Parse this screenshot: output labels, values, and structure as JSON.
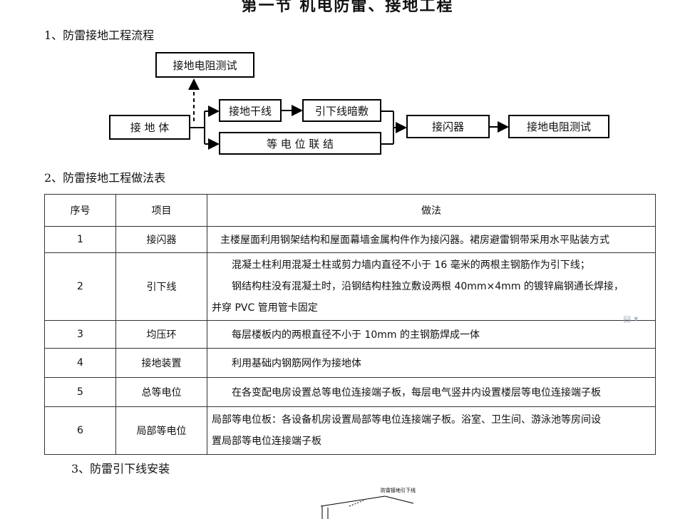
{
  "page_title": "第一节   机电防雷、接地工程",
  "section1": "1、防雷接地工程流程",
  "flow": {
    "top_box": "接地电阻测试",
    "ground_body": "接 地 体",
    "ground_trunk": "接地干线",
    "downlead_concealed": "引下线暗敷",
    "equipotential": "等 电 位 联 结",
    "air_terminal": "接闪器",
    "final_test": "接地电阻测试"
  },
  "section2": "2、防雷接地工程做法表",
  "table": {
    "headers": [
      "序号",
      "项目",
      "做法"
    ],
    "rows": [
      {
        "no": "1",
        "item": "接闪器",
        "lines": [
          "主楼屋面利用钢架结构和屋面幕墙金属构件作为接闪器。裙房避雷铜带采用水平贴装方式"
        ]
      },
      {
        "no": "2",
        "item": "引下线",
        "lines": [
          "混凝土柱利用混凝土柱或剪力墙内直径不小于 16 毫米的两根主钢筋作为引下线；",
          "钢结构柱没有混凝土时，沿钢结构柱独立敷设两根 40mm×4mm 的镀锌扁钢通长焊接，",
          "并穿 PVC 管用管卡固定"
        ]
      },
      {
        "no": "3",
        "item": "均压环",
        "lines": [
          "每层楼板内的两根直径不小于 10mm 的主钢筋焊成一体"
        ]
      },
      {
        "no": "4",
        "item": "接地装置",
        "lines": [
          "利用基础内钢筋网作为接地体"
        ]
      },
      {
        "no": "5",
        "item": "总等电位",
        "lines": [
          "在各变配电房设置总等电位连接端子板，每层电气竖井内设置楼层等电位连接端子板"
        ]
      },
      {
        "no": "6",
        "item": "局部等电位",
        "lines": [
          "局部等电位板：各设备机房设置局部等电位连接端子板。浴室、卫生间、游泳池等房间设",
          "置局部等电位连接端子板"
        ]
      }
    ]
  },
  "section3": "3、防雷引下线安装",
  "drawing_label": "防雷接地引下线"
}
